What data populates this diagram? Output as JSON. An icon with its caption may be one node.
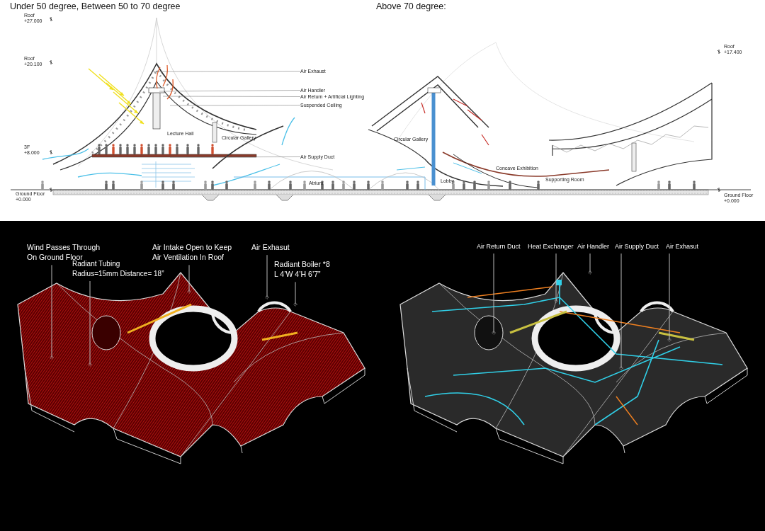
{
  "diagram": {
    "nodes": [
      {
        "text": [
          "Wind Passes Through On Ground Floor"
        ]
      },
      {
        "text": [
          "Radiant Tubing",
          "Radius=15mm Distance= 18”"
        ]
      },
      {
        "text": [
          "Air Intake Open to Keep Air Ventilation In Roof"
        ]
      },
      {
        "text": [
          "Air Exhasut"
        ]
      },
      {
        "text": [
          "Radiant Boiler *8",
          "L 4’W 4’H 6’7”"
        ]
      },
      {
        "text": [
          "Air Return Duct"
        ]
      },
      {
        "text": [
          "Heat Exchanger"
        ]
      },
      {
        "text": [
          "Air Handler"
        ]
      },
      {
        "text": [
          "Air Supply Duct"
        ]
      },
      {
        "text": [
          "Air Exhasut"
        ]
      },
      {
        "text": [
          "Air Exhaust"
        ]
      },
      {
        "text": [
          "Air Handler"
        ]
      },
      {
        "text": [
          "Air Return + Artificial Lighting"
        ]
      },
      {
        "text": [
          "Suspended Ceiling"
        ]
      },
      {
        "text": [
          "Air Supply Duct"
        ]
      }
    ],
    "edges": [
      {
        "from": 0,
        "to": null,
        "arrow": "other"
      },
      {
        "from": 1,
        "to": null,
        "arrow": "other"
      },
      {
        "from": 2,
        "to": null,
        "arrow": "other"
      },
      {
        "from": 3,
        "to": null,
        "arrow": "other"
      },
      {
        "from": 4,
        "to": null,
        "arrow": "other"
      },
      {
        "from": 5,
        "to": null,
        "arrow": "other"
      },
      {
        "from": 6,
        "to": null,
        "arrow": "other"
      },
      {
        "from": 7,
        "to": null,
        "arrow": "other"
      },
      {
        "from": 8,
        "to": null,
        "arrow": "other"
      },
      {
        "from": 9,
        "to": null,
        "arrow": "other"
      },
      {
        "from": 10,
        "to": null,
        "arrow": "none"
      },
      {
        "from": 11,
        "to": null,
        "arrow": "none"
      },
      {
        "from": 12,
        "to": null,
        "arrow": "none"
      },
      {
        "from": 13,
        "to": null,
        "arrow": "none"
      },
      {
        "from": 14,
        "to": null,
        "arrow": "none"
      }
    ],
    "labels": [
      "Under 50 degree, Between 50 to 70 degree",
      "Above 70 degree:",
      "Roof",
      "+27.000",
      "Roof",
      "+20.100",
      "3F",
      "+8.000",
      "Ground Floor",
      "+0.000",
      "Roof",
      "+17.400",
      "Ground Floor",
      "+0.000",
      "Lecture Hall",
      "Circular Gallery",
      "Circular Gallery",
      "Lobby",
      "Concave Exhibition",
      "Supporting Room",
      "Atrium"
    ]
  }
}
